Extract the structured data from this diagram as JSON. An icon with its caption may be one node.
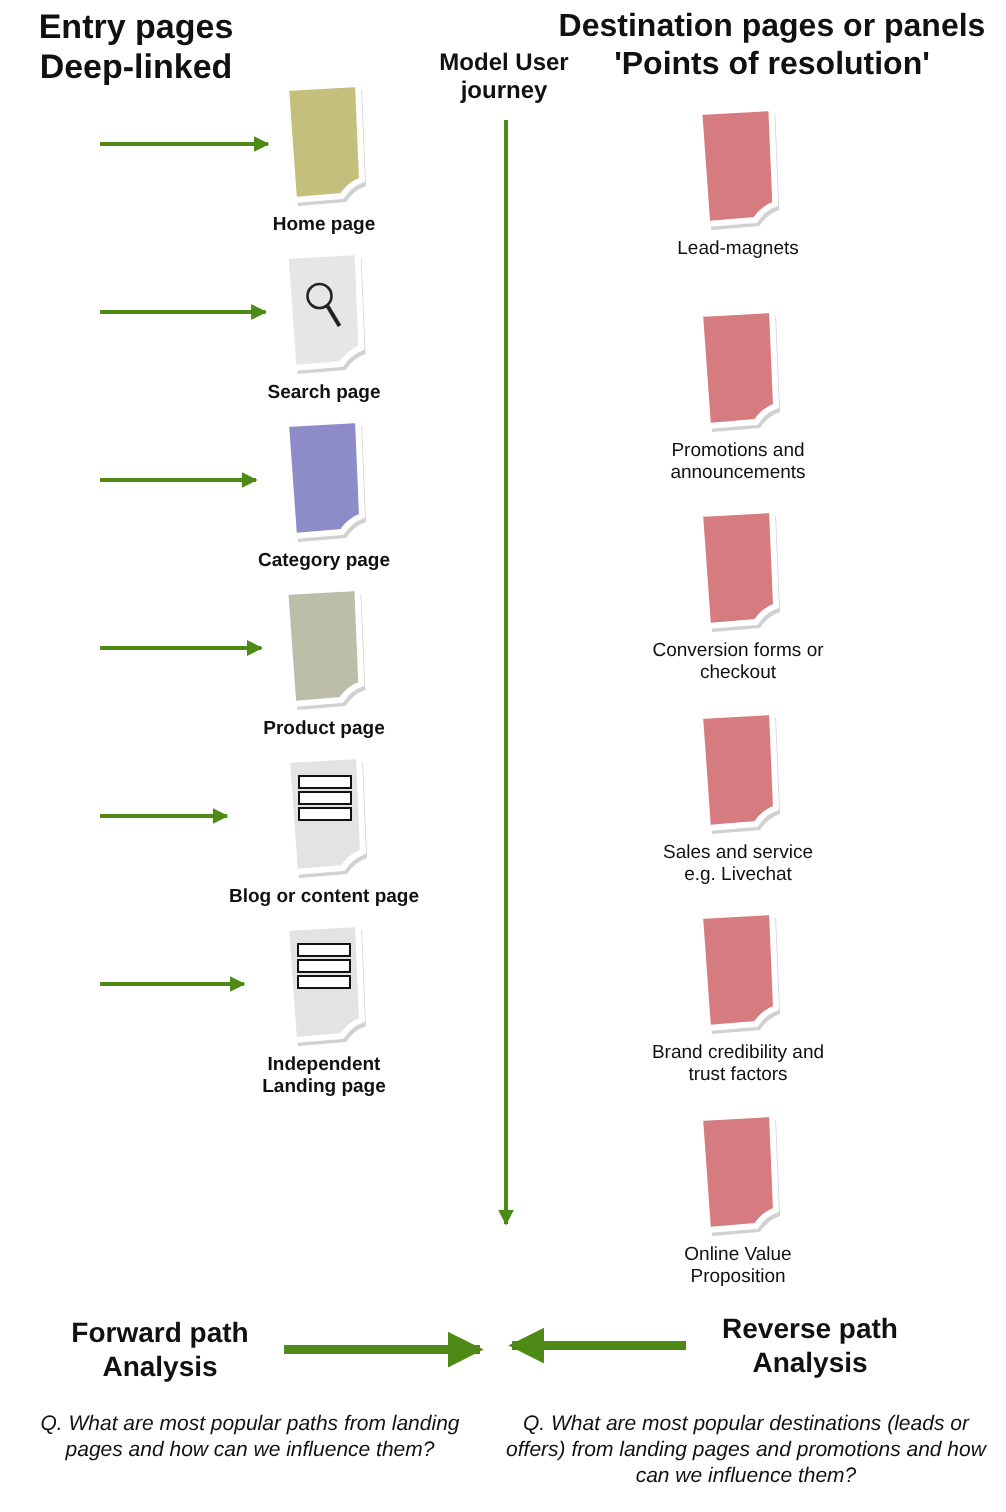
{
  "diagram": {
    "nodes": [
      {
        "text": [
          "Home page"
        ]
      },
      {
        "text": [
          "Search page"
        ]
      },
      {
        "text": [
          "Category page"
        ]
      },
      {
        "text": [
          "Product page"
        ]
      },
      {
        "text": [
          "Blog or content page"
        ]
      },
      {
        "text": [
          "Independent Landing page"
        ]
      },
      {
        "text": [
          "Lead-magnets"
        ]
      },
      {
        "text": [
          "Promotions and announcements"
        ]
      },
      {
        "text": [
          "Conversion forms or checkout"
        ]
      },
      {
        "text": [
          "Sales and service e.g. Livechat"
        ]
      },
      {
        "text": [
          "Brand credibility and trust factors"
        ]
      },
      {
        "text": [
          "Online Value Proposition"
        ]
      },
      {
        "text": [
          "Forward path Analysis"
        ]
      },
      {
        "text": [
          "Reverse path Analysis"
        ]
      }
    ],
    "edges": [
      {
        "from": null,
        "to": 0,
        "arrow": "to"
      },
      {
        "from": null,
        "to": 1,
        "arrow": "to"
      },
      {
        "from": null,
        "to": 2,
        "arrow": "to"
      },
      {
        "from": null,
        "to": 3,
        "arrow": "to"
      },
      {
        "from": null,
        "to": 4,
        "arrow": "to"
      },
      {
        "from": null,
        "to": 5,
        "arrow": "to"
      },
      {
        "from": 12,
        "to": null,
        "arrow": "to",
        "style": "thick"
      },
      {
        "from": 13,
        "to": null,
        "arrow": "to",
        "style": "thick"
      }
    ],
    "labels": [
      "Entry pages Deep-linked",
      "Model User journey",
      "Destination pages or panels 'Points of resolution'",
      "Q. What are most popular paths from landing pages and how can we influence them?",
      "Q. What are most popular destinations (leads or offers) from landing pages and promotions and how can we influence them?"
    ]
  }
}
